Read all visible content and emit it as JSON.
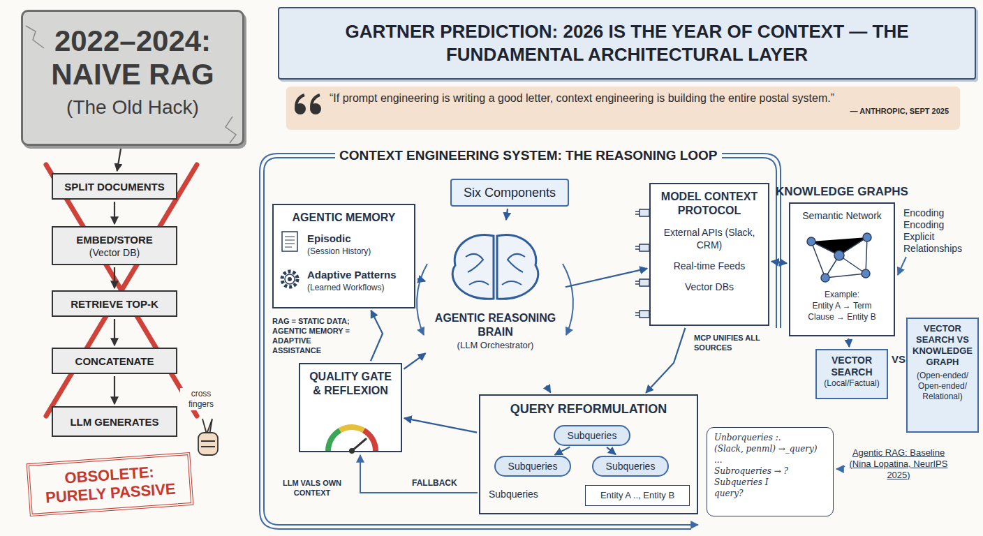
{
  "diagram": {
    "title": "GARTNER PREDICTION: 2026 IS THE YEAR OF CONTEXT — THE FUNDAMENTAL ARCHITECTURAL LAYER",
    "nodes": [
      {
        "text": [
          "2022–2024: NAIVE RAG",
          "(The Old Hack)"
        ]
      },
      {
        "text": [
          "SPLIT DOCUMENTS"
        ]
      },
      {
        "text": [
          "EMBED/STORE",
          "(Vector DB)"
        ]
      },
      {
        "text": [
          "RETRIEVE TOP-K"
        ]
      },
      {
        "text": [
          "CONCATENATE"
        ]
      },
      {
        "text": [
          "LLM GENERATES"
        ]
      },
      {
        "text": [
          "OBSOLETE: PURELY PASSIVE"
        ]
      },
      {
        "text": [
          "“If prompt engineering is writing a good letter, context engineering is building the entire postal system.”",
          "— ANTHROPIC, SEPT 2025"
        ]
      },
      {
        "text": [
          "Six Components"
        ]
      },
      {
        "text": [
          "AGENTIC MEMORY",
          "Episodic",
          "(Session History)",
          "Adaptive Patterns",
          "(Learned Workflows)"
        ]
      },
      {
        "text": [
          "AGENTIC REASONING BRAIN",
          "(LLM Orchestrator)"
        ]
      },
      {
        "text": [
          "QUALITY GATE & REFLEXION"
        ]
      },
      {
        "text": [
          "QUERY REFORMULATION",
          "Subqueries"
        ]
      },
      {
        "text": [
          "Subqueries"
        ],
        "in": 12
      },
      {
        "text": [
          "Subqueries"
        ],
        "in": 12
      },
      {
        "text": [
          "Subqueries"
        ],
        "in": 12
      },
      {
        "text": [
          "Entity A .., Entity B"
        ],
        "in": 12
      },
      {
        "text": [
          "MODEL CONTEXT PROTOCOL",
          "External APIs (Slack, CRM)",
          "Real-time Feeds",
          "Vector DBs"
        ]
      },
      {
        "text": [
          "KNOWLEDGE GRAPHS",
          "Semantic Network",
          "Example:",
          "Entity A → Term",
          "Clause → Entity B"
        ]
      },
      {
        "text": [
          "VECTOR SEARCH",
          "(Local/Factual)"
        ]
      },
      {
        "text": [
          "VECTOR SEARCH VS KNOWLEDGE GRAPH",
          "(Open-ended/ Open-ended/ Relational)"
        ]
      },
      {
        "text": [
          "Unborqueries :.",
          "(Slack, penml) →_query)",
          "...",
          "Subroqueries → ?",
          "Subqueries I",
          "query?"
        ]
      }
    ],
    "edges": [
      {
        "from": 0,
        "to": 1,
        "arrow": "to"
      },
      {
        "from": 1,
        "to": 2,
        "arrow": "to"
      },
      {
        "from": 2,
        "to": 3,
        "arrow": "to"
      },
      {
        "from": 3,
        "to": 4,
        "arrow": "to"
      },
      {
        "from": 4,
        "to": 5,
        "arrow": "to"
      },
      {
        "from": 8,
        "to": 10,
        "arrow": "to"
      },
      {
        "from": 9,
        "to": 10,
        "arrow": "to"
      },
      {
        "from": 10,
        "to": 17,
        "arrow": "to"
      },
      {
        "from": 17,
        "to": 18,
        "arrow": "both"
      },
      {
        "from": 10,
        "to": 12,
        "arrow": "to"
      },
      {
        "from": 12,
        "to": 11,
        "arrow": "to"
      },
      {
        "from": 11,
        "to": 9,
        "arrow": "to"
      },
      {
        "from": 11,
        "to": 10,
        "arrow": "to"
      },
      {
        "from": 13,
        "to": 14,
        "arrow": "to"
      },
      {
        "from": 13,
        "to": 15,
        "arrow": "to"
      },
      {
        "from": 18,
        "to": 19,
        "arrow": "to"
      },
      {
        "from": 17,
        "to": 12,
        "arrow": "to"
      }
    ],
    "labels": [
      "CONTEXT ENGINEERING SYSTEM: THE REASONING LOOP",
      "cross fingers",
      "RAG = STATIC DATA; AGENTIC MEMORY = ADAPTIVE ASSISTANCE",
      "LLM VALS OWN CONTEXT",
      "FALLBACK",
      "MCP UNIFIES ALL SOURCES",
      "Encoding Encoding Explicit Relationships",
      "VS",
      "Agentic RAG: Baseline (Nina Lopatina, NeurIPS 2025)"
    ]
  }
}
